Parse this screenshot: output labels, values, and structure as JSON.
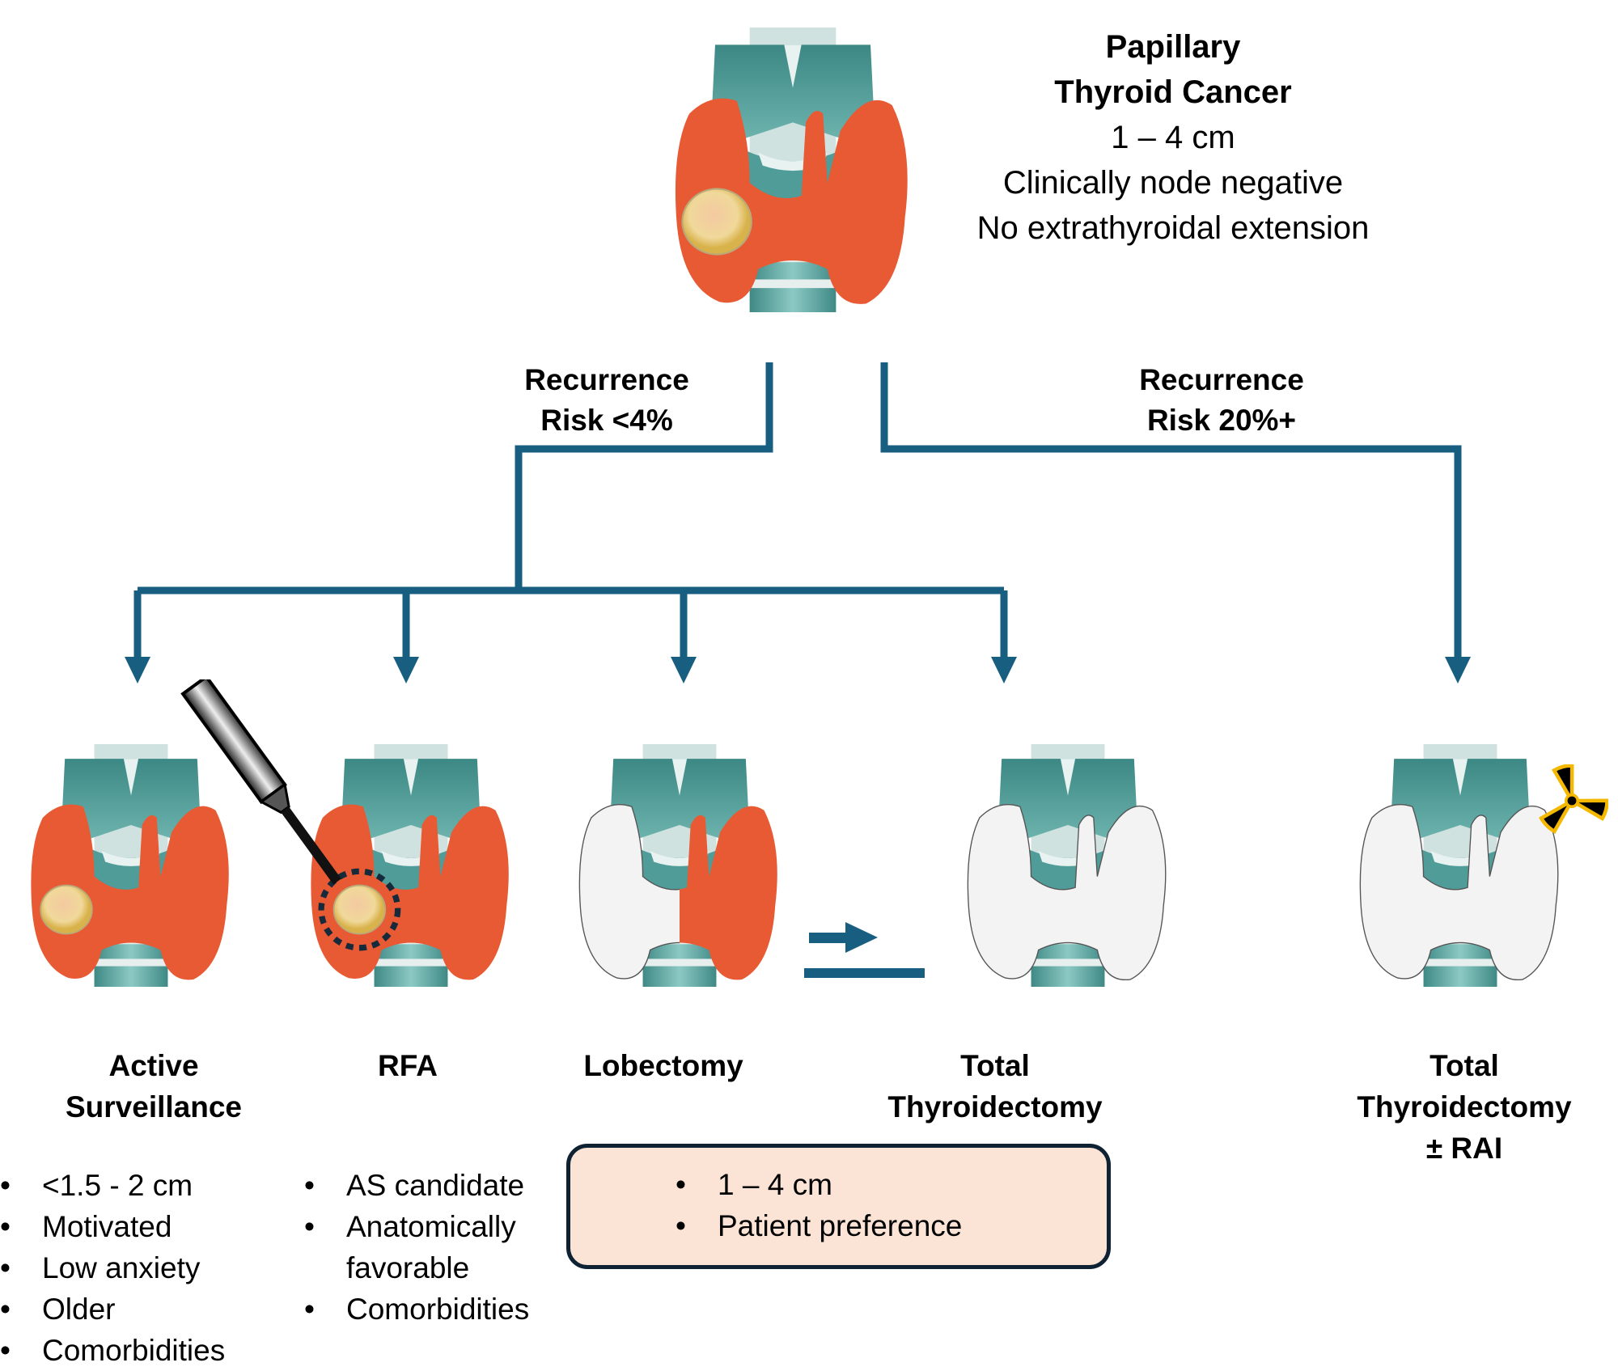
{
  "diagram": {
    "colors": {
      "arrow": "#175e80",
      "thyroid": "#e85a33",
      "trachea": "#4f9c98",
      "box_fill": "#fbe3d6",
      "box_border": "#0f2233",
      "radiation_yellow": "#f5b800"
    },
    "header": {
      "line1": "Papillary",
      "line2": "Thyroid Cancer",
      "line3": "1 – 4 cm",
      "line4": "Clinically node negative",
      "line5": "No extrathyroidal extension"
    },
    "branches": {
      "low": {
        "line1": "Recurrence",
        "line2": "Risk <4%"
      },
      "high": {
        "line1": "Recurrence",
        "line2": "Risk 20%+"
      }
    },
    "options": [
      {
        "id": "active-surveillance",
        "line1": "Active",
        "line2": "Surveillance",
        "criteria": [
          "<1.5 - 2 cm",
          "Motivated",
          "Low anxiety",
          "Older",
          "Comorbidities"
        ]
      },
      {
        "id": "rfa",
        "line1": "RFA",
        "criteria": [
          "AS candidate",
          "Anatomically",
          "favorable",
          "Comorbidities"
        ]
      },
      {
        "id": "lobectomy",
        "line1": "Lobectomy"
      },
      {
        "id": "total-thyroidectomy",
        "line1": "Total",
        "line2": "Thyroidectomy"
      },
      {
        "id": "total-thyroidectomy-rai",
        "line1": "Total",
        "line2": "Thyroidectomy",
        "line3": "± RAI"
      }
    ],
    "shared_box": {
      "criteria": [
        "1 – 4 cm",
        "Patient preference"
      ]
    },
    "icons": {
      "main_image": "thyroid-with-nodule-icon",
      "equivalence": "right-arrow-over-bar-icon",
      "radiation": "radiation-trefoil-icon",
      "probe": "rfa-probe-icon"
    }
  }
}
